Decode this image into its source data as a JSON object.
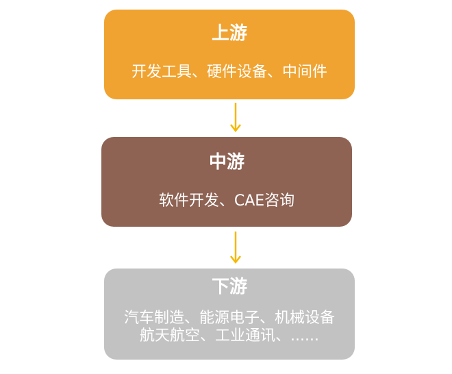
{
  "stages": [
    {
      "title": "上游",
      "description_lines": [
        "开发工具、硬件设备、中间件"
      ],
      "color": "#F0A330"
    },
    {
      "title": "中游",
      "description_lines": [
        "软件开发、CAE咨询"
      ],
      "color": "#8E6354"
    },
    {
      "title": "下游",
      "description_lines": [
        "汽车制造、能源电子、机械设备",
        "航天航空、工业通讯、......"
      ],
      "color": "#C2C2C2"
    }
  ],
  "arrow_color": "#F5B800",
  "arrow_icon": "arrow-down-icon"
}
